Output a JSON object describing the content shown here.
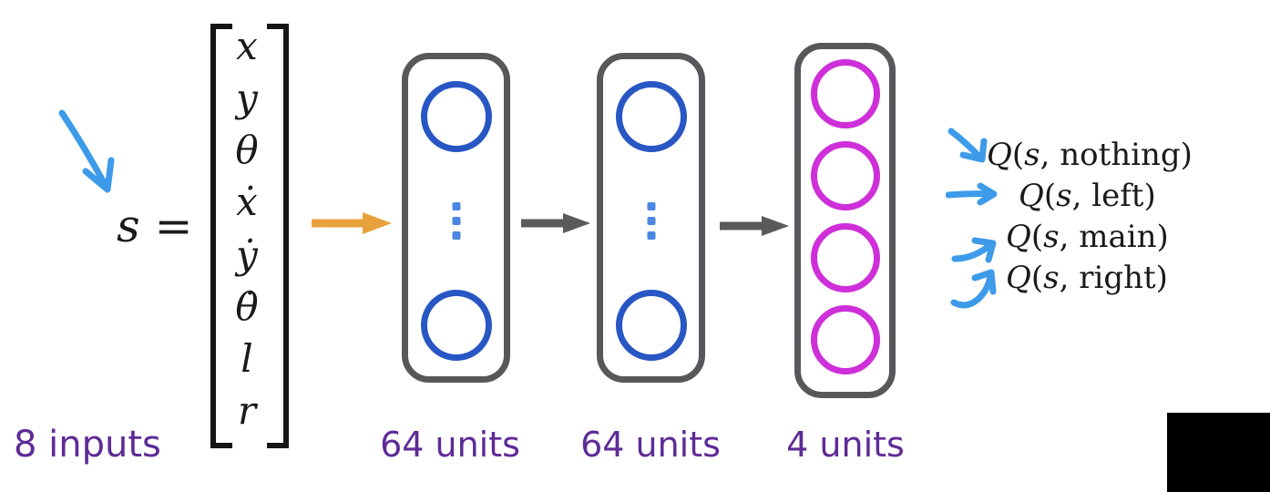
{
  "state": {
    "symbol": "s",
    "equals": "=",
    "vector_rows": [
      "x",
      "y",
      "θ",
      "ẋ",
      "ẏ",
      "θ̇",
      "l",
      "r"
    ]
  },
  "labels": {
    "inputs": "8 inputs",
    "hidden1": "64 units",
    "hidden2": "64 units",
    "output": "4 units"
  },
  "outputs": [
    [
      "Q",
      "(",
      "s",
      ", nothing)"
    ],
    [
      "Q",
      "(",
      "s",
      ", left)"
    ],
    [
      "Q",
      "(",
      "s",
      ", main)"
    ],
    [
      "Q",
      "(",
      "s",
      ", right)"
    ]
  ],
  "icons": {
    "pointer": "hand-drawn curved arrow pointing down-right at s",
    "input_arrow": "orange right arrow",
    "layer_arrow": "gray right arrow",
    "output_arrows": [
      "curved down-right arrow",
      "straight right arrow",
      "slight up-right arrow",
      "curved up-right arrow"
    ],
    "hidden_ellipsis": "vertical ellipsis of square dots"
  },
  "colors": {
    "node-blue": "#2857c4",
    "dot-blue": "#4b87e3",
    "node-magenta": "#ce2fd9",
    "frame-gray": "#58585b",
    "arrow-gray": "#5a5a5a",
    "accent-orange": "#e8a13c",
    "annot-blue": "#3d9be9",
    "label-purple": "#5e2b96",
    "ink": "#1a1a1a",
    "bg": "#ffffff"
  }
}
